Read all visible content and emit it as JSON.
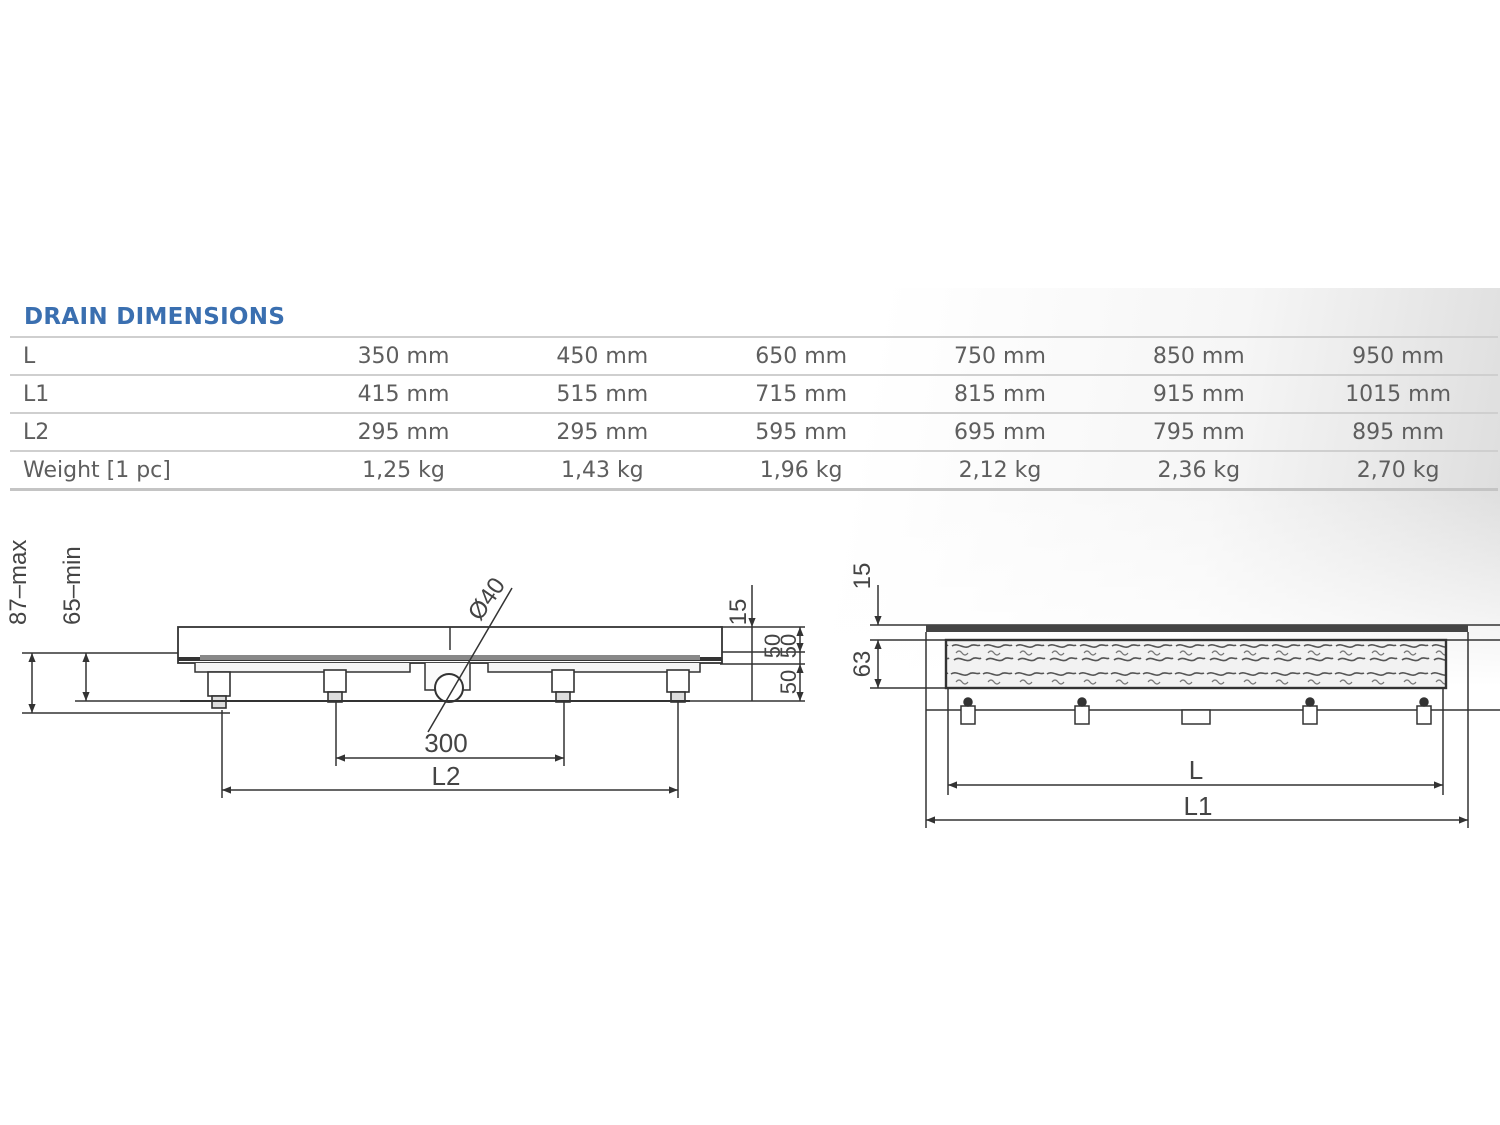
{
  "table": {
    "title": "DRAIN DIMENSIONS",
    "rows": [
      {
        "label": "L",
        "values": [
          "350 mm",
          "450 mm",
          "650 mm",
          "750 mm",
          "850 mm",
          "950 mm"
        ]
      },
      {
        "label": "L1",
        "values": [
          "415 mm",
          "515 mm",
          "715 mm",
          "815 mm",
          "915 mm",
          "1015 mm"
        ]
      },
      {
        "label": "L2",
        "values": [
          "295 mm",
          "295 mm",
          "595 mm",
          "695 mm",
          "795 mm",
          "895 mm"
        ]
      },
      {
        "label": "Weight [1 pc]",
        "values": [
          "1,25 kg",
          "1,43 kg",
          "1,96 kg",
          "2,12 kg",
          "2,36 kg",
          "2,70 kg"
        ]
      }
    ]
  },
  "side_view": {
    "dim_max": "87–max",
    "dim_min": "65–min",
    "dim_diameter": "Ø40",
    "dim_top": "15",
    "dim_right_upper": "50",
    "dim_right_mid": "50",
    "dim_right_lower": "50",
    "dim_center": "300",
    "dim_length": "L2"
  },
  "front_view": {
    "dim_top": "15",
    "dim_grate": "63",
    "dim_length": "L",
    "dim_overall": "L1"
  }
}
